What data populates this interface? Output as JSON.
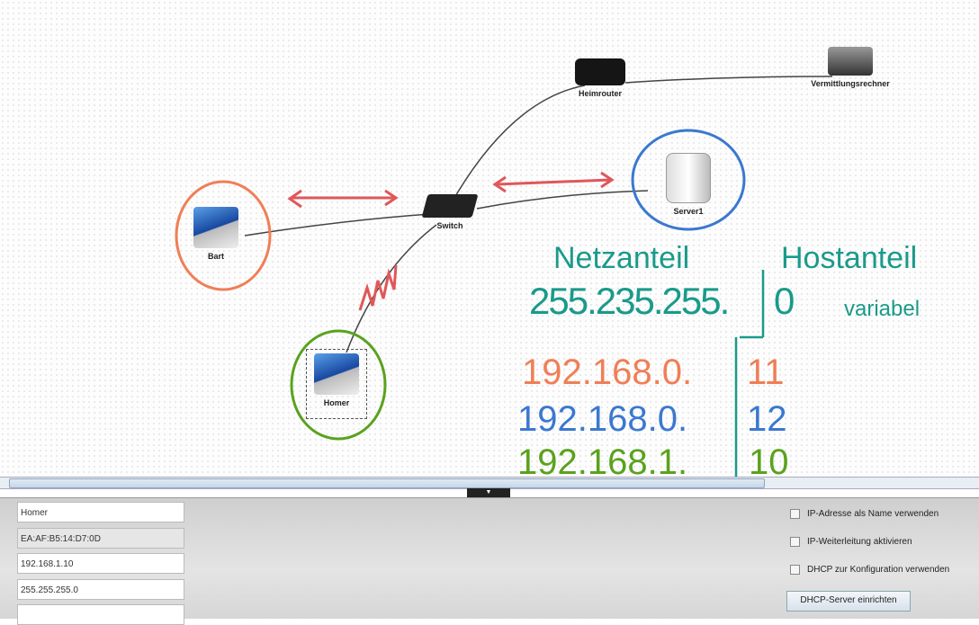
{
  "nodes": {
    "heimrouter": "Heimrouter",
    "vermittlung": "Vermittlungsrechner",
    "switch": "Switch",
    "server": "Server1",
    "bart": "Bart",
    "homer": "Homer"
  },
  "annotations": {
    "netz_label": "Netzanteil",
    "host_label": "Hostanteil",
    "mask_net": "255.235.255.",
    "mask_host": "0",
    "variabel": "variabel",
    "ip_bart_net": "192.168.0.",
    "ip_bart_host": "11",
    "ip_server_net": "192.168.0.",
    "ip_server_host": "12",
    "ip_homer_net": "192.168.1.",
    "ip_homer_host": "10",
    "colors": {
      "teal": "#1a9a8a",
      "orange": "#ef7f56",
      "blue": "#3b78d0",
      "green": "#5aa21e",
      "red": "#e0575a"
    }
  },
  "panel": {
    "name": "Homer",
    "mac": "EA:AF:B5:14:D7:0D",
    "ip": "192.168.1.10",
    "mask": "255.255.255.0",
    "gateway": "",
    "chk_ip_name": "IP-Adresse als Name verwenden",
    "chk_forward": "IP-Weiterleitung aktivieren",
    "chk_dhcp": "DHCP zur Konfiguration verwenden",
    "dhcp_button": "DHCP-Server einrichten",
    "collapse": "▼"
  }
}
